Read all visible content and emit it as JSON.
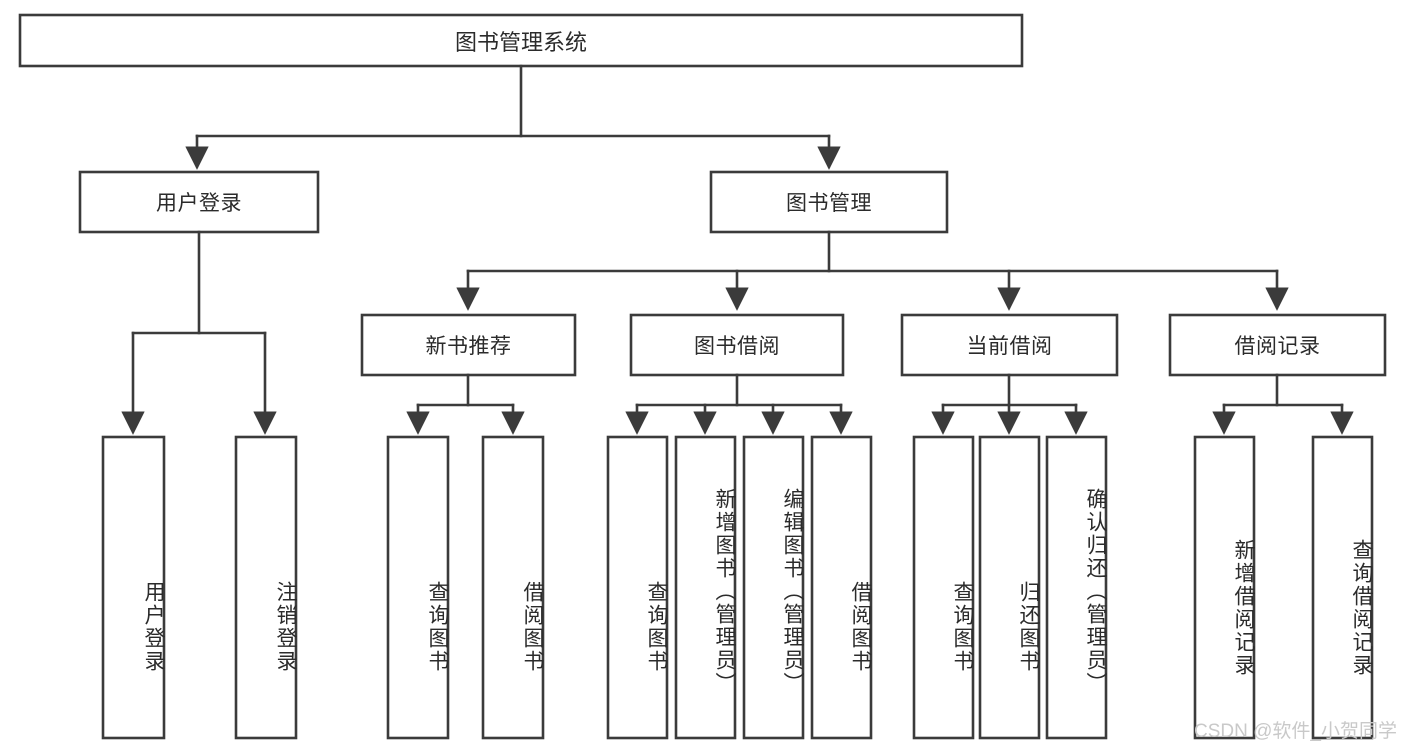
{
  "diagram": {
    "type": "tree-hierarchy",
    "title": "图书管理系统",
    "orientation": "top-down",
    "colors": {
      "box_stroke": "#3b3b3b",
      "box_fill": "#ffffff",
      "text": "#2b2b2b",
      "background": "#ffffff",
      "watermark": "#c9c9c9"
    },
    "root": {
      "label": "图书管理系统"
    },
    "level1": [
      {
        "id": "user-login",
        "label": "用户登录"
      },
      {
        "id": "book-manage",
        "label": "图书管理"
      }
    ],
    "level2": [
      {
        "id": "new-book-recommend",
        "label": "新书推荐",
        "parent": "book-manage"
      },
      {
        "id": "book-borrow",
        "label": "图书借阅",
        "parent": "book-manage"
      },
      {
        "id": "current-borrow",
        "label": "当前借阅",
        "parent": "book-manage"
      },
      {
        "id": "borrow-record",
        "label": "借阅记录",
        "parent": "book-manage"
      }
    ],
    "leaves": {
      "user_login": [
        {
          "id": "leaf-user-login",
          "label": "用户登录"
        },
        {
          "id": "leaf-logout-login",
          "label": "注销登录"
        }
      ],
      "new_book_recommend": [
        {
          "id": "leaf-query-book-1",
          "label": "查询图书"
        },
        {
          "id": "leaf-borrow-book-1",
          "label": "借阅图书"
        }
      ],
      "book_borrow": [
        {
          "id": "leaf-query-book-2",
          "label": "查询图书"
        },
        {
          "id": "leaf-add-book",
          "label": "新增图书（管理员）"
        },
        {
          "id": "leaf-edit-book",
          "label": "编辑图书（管理员）"
        },
        {
          "id": "leaf-borrow-book-2",
          "label": "借阅图书"
        }
      ],
      "current_borrow": [
        {
          "id": "leaf-query-book-3",
          "label": "查询图书"
        },
        {
          "id": "leaf-return-book",
          "label": "归还图书"
        },
        {
          "id": "leaf-confirm-return",
          "label": "确认归还（管理员）"
        }
      ],
      "borrow_record": [
        {
          "id": "leaf-add-record",
          "label": "新增借阅记录"
        },
        {
          "id": "leaf-query-record",
          "label": "查询借阅记录"
        }
      ]
    }
  },
  "watermark": {
    "text": "CSDN @软件_小贺同学"
  }
}
